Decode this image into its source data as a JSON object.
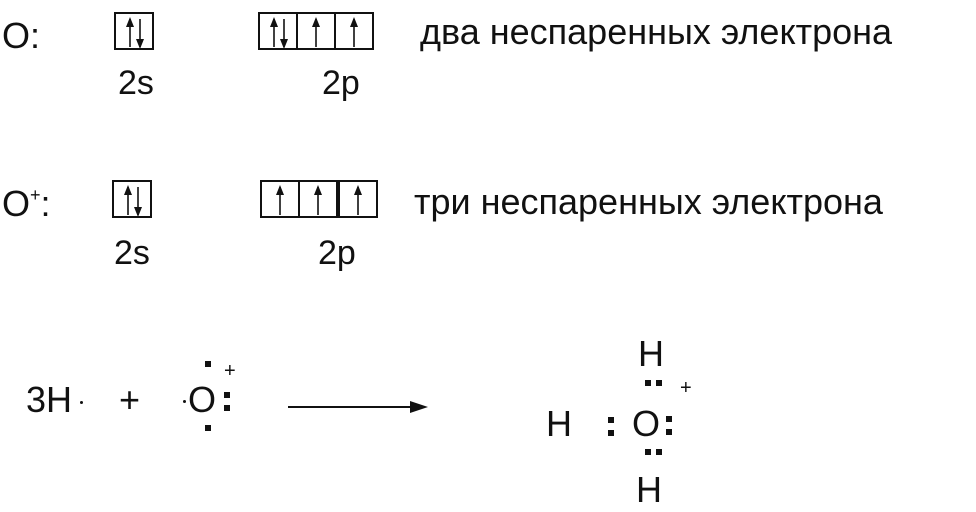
{
  "row1": {
    "species": "O:",
    "label_2s": "2s",
    "label_2p": "2p",
    "note": "два неспаренных электрона",
    "orbitals_2s": [
      "updown"
    ],
    "orbitals_2p": [
      "updown",
      "up",
      "up"
    ]
  },
  "row2": {
    "species": "O",
    "charge": "+",
    "colon": ":",
    "label_2s": "2s",
    "label_2p": "2p",
    "note": "три неспаренных электрона",
    "orbitals_2s": [
      "updown"
    ],
    "orbitals_2p": [
      "up",
      "up",
      "up"
    ]
  },
  "reaction": {
    "reactant1": "3H",
    "plus": "+",
    "oxygen": "O",
    "charge": "+",
    "product_top_h": "H",
    "product_left_h": "H",
    "product_center": "O",
    "product_bottom_h": "H",
    "product_charge": "+"
  }
}
